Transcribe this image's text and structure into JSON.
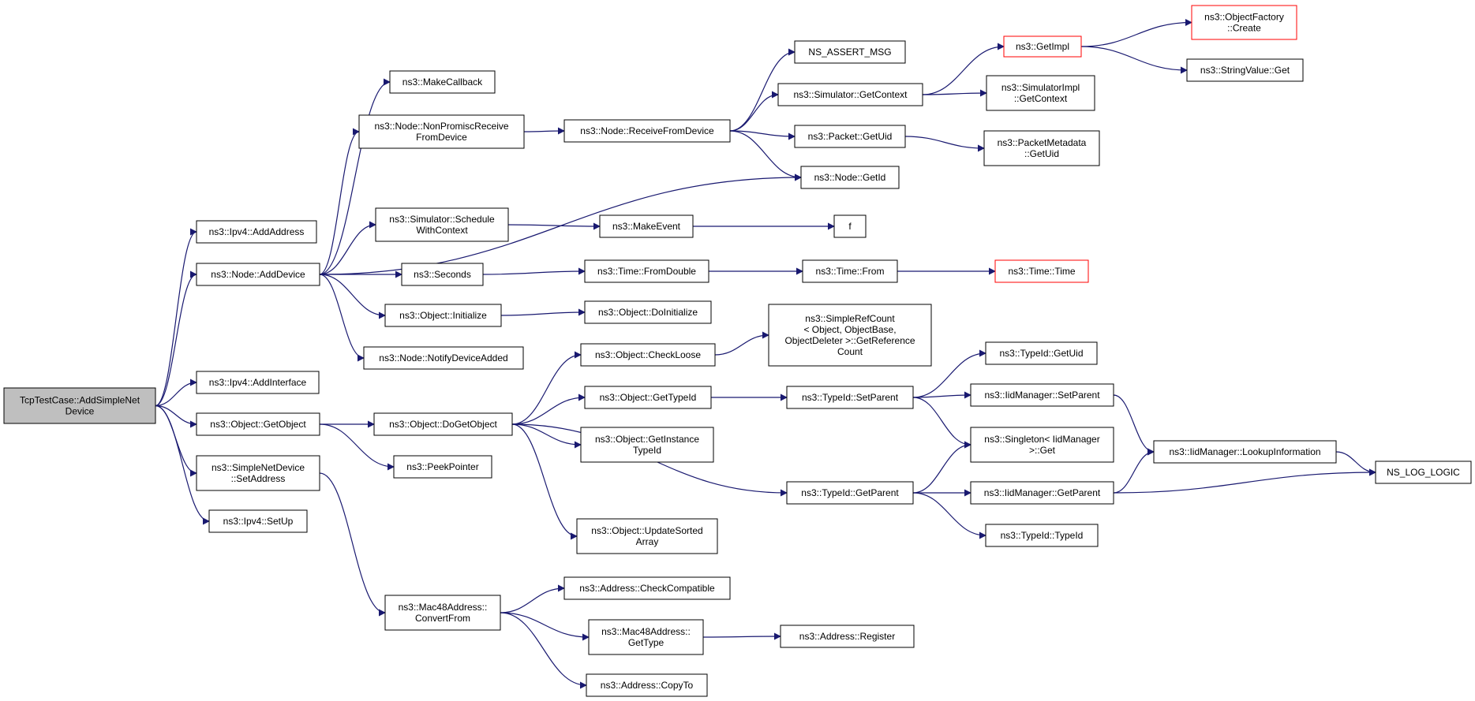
{
  "colors": {
    "edge": "#191970",
    "border": "#000000",
    "truncated_border": "#ff0000",
    "root_fill": "#bfbfbf",
    "node_fill": "#ffffff"
  },
  "nodes": [
    {
      "id": "root",
      "lines": [
        "TcpTestCase::AddSimpleNet",
        "Device"
      ],
      "root": true
    },
    {
      "id": "ipv4_addaddress",
      "lines": [
        "ns3::Ipv4::AddAddress"
      ]
    },
    {
      "id": "node_adddevice",
      "lines": [
        "ns3::Node::AddDevice"
      ]
    },
    {
      "id": "ipv4_addinterface",
      "lines": [
        "ns3::Ipv4::AddInterface"
      ]
    },
    {
      "id": "object_getobject",
      "lines": [
        "ns3::Object::GetObject"
      ]
    },
    {
      "id": "simplenetdevice_setaddress",
      "lines": [
        "ns3::SimpleNetDevice",
        "::SetAddress"
      ]
    },
    {
      "id": "ipv4_setup",
      "lines": [
        "ns3::Ipv4::SetUp"
      ]
    },
    {
      "id": "makecallback",
      "lines": [
        "ns3::MakeCallback"
      ]
    },
    {
      "id": "node_nonpromisc",
      "lines": [
        "ns3::Node::NonPromiscReceive",
        "FromDevice"
      ]
    },
    {
      "id": "simulator_schedulewithcontext",
      "lines": [
        "ns3::Simulator::Schedule",
        "WithContext"
      ]
    },
    {
      "id": "seconds",
      "lines": [
        "ns3::Seconds"
      ]
    },
    {
      "id": "object_initialize",
      "lines": [
        "ns3::Object::Initialize"
      ]
    },
    {
      "id": "node_notifydeviceadded",
      "lines": [
        "ns3::Node::NotifyDeviceAdded"
      ]
    },
    {
      "id": "object_dogetobject",
      "lines": [
        "ns3::Object::DoGetObject"
      ]
    },
    {
      "id": "peekpointer",
      "lines": [
        "ns3::PeekPointer"
      ]
    },
    {
      "id": "mac48_convertfrom",
      "lines": [
        "ns3::Mac48Address::",
        "ConvertFrom"
      ]
    },
    {
      "id": "node_receivefromdevice",
      "lines": [
        "ns3::Node::ReceiveFromDevice"
      ]
    },
    {
      "id": "makeevent",
      "lines": [
        "ns3::MakeEvent"
      ]
    },
    {
      "id": "time_fromdouble",
      "lines": [
        "ns3::Time::FromDouble"
      ]
    },
    {
      "id": "object_doinitialize",
      "lines": [
        "ns3::Object::DoInitialize"
      ]
    },
    {
      "id": "object_checkloose",
      "lines": [
        "ns3::Object::CheckLoose"
      ]
    },
    {
      "id": "object_gettypeid",
      "lines": [
        "ns3::Object::GetTypeId"
      ]
    },
    {
      "id": "object_getinstancetypeid",
      "lines": [
        "ns3::Object::GetInstance",
        "TypeId"
      ]
    },
    {
      "id": "object_updatesortedarray",
      "lines": [
        "ns3::Object::UpdateSorted",
        "Array"
      ]
    },
    {
      "id": "address_checkcompatible",
      "lines": [
        "ns3::Address::CheckCompatible"
      ]
    },
    {
      "id": "mac48_gettype",
      "lines": [
        "ns3::Mac48Address::",
        "GetType"
      ]
    },
    {
      "id": "address_copyto",
      "lines": [
        "ns3::Address::CopyTo"
      ]
    },
    {
      "id": "ns_assert_msg",
      "lines": [
        "NS_ASSERT_MSG"
      ]
    },
    {
      "id": "simulator_getcontext",
      "lines": [
        "ns3::Simulator::GetContext"
      ]
    },
    {
      "id": "packet_getuid",
      "lines": [
        "ns3::Packet::GetUid"
      ]
    },
    {
      "id": "node_getid",
      "lines": [
        "ns3::Node::GetId"
      ]
    },
    {
      "id": "f",
      "lines": [
        "f"
      ]
    },
    {
      "id": "time_from",
      "lines": [
        "ns3::Time::From"
      ]
    },
    {
      "id": "simplerefcount",
      "lines": [
        "ns3::SimpleRefCount",
        "< Object, ObjectBase,",
        "ObjectDeleter >::GetReference",
        "Count"
      ]
    },
    {
      "id": "typeid_setparent",
      "lines": [
        "ns3::TypeId::SetParent"
      ]
    },
    {
      "id": "typeid_getparent",
      "lines": [
        "ns3::TypeId::GetParent"
      ]
    },
    {
      "id": "address_register",
      "lines": [
        "ns3::Address::Register"
      ]
    },
    {
      "id": "getimpl",
      "lines": [
        "ns3::GetImpl"
      ],
      "truncated": true
    },
    {
      "id": "simulatorimpl_getcontext",
      "lines": [
        "ns3::SimulatorImpl",
        "::GetContext"
      ]
    },
    {
      "id": "packetmetadata_getuid",
      "lines": [
        "ns3::PacketMetadata",
        "::GetUid"
      ]
    },
    {
      "id": "time_time",
      "lines": [
        "ns3::Time::Time"
      ],
      "truncated": true
    },
    {
      "id": "typeid_getuid",
      "lines": [
        "ns3::TypeId::GetUid"
      ]
    },
    {
      "id": "iidmanager_setparent",
      "lines": [
        "ns3::IidManager::SetParent"
      ]
    },
    {
      "id": "singleton_get",
      "lines": [
        "ns3::Singleton< IidManager",
        ">::Get"
      ]
    },
    {
      "id": "iidmanager_getparent",
      "lines": [
        "ns3::IidManager::GetParent"
      ]
    },
    {
      "id": "typeid_typeid",
      "lines": [
        "ns3::TypeId::TypeId"
      ]
    },
    {
      "id": "objectfactory_create",
      "lines": [
        "ns3::ObjectFactory",
        "::Create"
      ],
      "truncated": true
    },
    {
      "id": "stringvalue_get",
      "lines": [
        "ns3::StringValue::Get"
      ]
    },
    {
      "id": "iidmanager_lookupinformation",
      "lines": [
        "ns3::IidManager::LookupInformation"
      ]
    },
    {
      "id": "ns_log_logic",
      "lines": [
        "NS_LOG_LOGIC"
      ]
    }
  ],
  "edges": [
    [
      "root",
      "ipv4_addaddress"
    ],
    [
      "root",
      "node_adddevice"
    ],
    [
      "root",
      "ipv4_addinterface"
    ],
    [
      "root",
      "object_getobject"
    ],
    [
      "root",
      "simplenetdevice_setaddress"
    ],
    [
      "root",
      "ipv4_setup"
    ],
    [
      "node_adddevice",
      "makecallback"
    ],
    [
      "node_adddevice",
      "node_nonpromisc"
    ],
    [
      "node_adddevice",
      "node_getid"
    ],
    [
      "node_adddevice",
      "simulator_schedulewithcontext"
    ],
    [
      "node_adddevice",
      "seconds"
    ],
    [
      "node_adddevice",
      "object_initialize"
    ],
    [
      "node_adddevice",
      "node_notifydeviceadded"
    ],
    [
      "node_nonpromisc",
      "node_receivefromdevice"
    ],
    [
      "node_receivefromdevice",
      "ns_assert_msg"
    ],
    [
      "node_receivefromdevice",
      "simulator_getcontext"
    ],
    [
      "node_receivefromdevice",
      "packet_getuid"
    ],
    [
      "node_receivefromdevice",
      "node_getid"
    ],
    [
      "simulator_getcontext",
      "getimpl"
    ],
    [
      "simulator_getcontext",
      "simulatorimpl_getcontext"
    ],
    [
      "getimpl",
      "objectfactory_create"
    ],
    [
      "getimpl",
      "stringvalue_get"
    ],
    [
      "packet_getuid",
      "packetmetadata_getuid"
    ],
    [
      "simulator_schedulewithcontext",
      "makeevent"
    ],
    [
      "makeevent",
      "f"
    ],
    [
      "seconds",
      "time_fromdouble"
    ],
    [
      "time_fromdouble",
      "time_from"
    ],
    [
      "time_from",
      "time_time"
    ],
    [
      "object_initialize",
      "object_doinitialize"
    ],
    [
      "object_getobject",
      "object_dogetobject"
    ],
    [
      "object_getobject",
      "peekpointer"
    ],
    [
      "object_dogetobject",
      "object_checkloose"
    ],
    [
      "object_dogetobject",
      "object_gettypeid"
    ],
    [
      "object_dogetobject",
      "object_getinstancetypeid"
    ],
    [
      "object_dogetobject",
      "object_updatesortedarray"
    ],
    [
      "object_dogetobject",
      "typeid_getparent"
    ],
    [
      "object_checkloose",
      "simplerefcount"
    ],
    [
      "object_gettypeid",
      "typeid_setparent"
    ],
    [
      "typeid_setparent",
      "typeid_getuid"
    ],
    [
      "typeid_setparent",
      "iidmanager_setparent"
    ],
    [
      "typeid_setparent",
      "singleton_get"
    ],
    [
      "iidmanager_setparent",
      "iidmanager_lookupinformation"
    ],
    [
      "typeid_getparent",
      "singleton_get"
    ],
    [
      "typeid_getparent",
      "iidmanager_getparent"
    ],
    [
      "typeid_getparent",
      "typeid_typeid"
    ],
    [
      "iidmanager_getparent",
      "iidmanager_lookupinformation"
    ],
    [
      "iidmanager_getparent",
      "ns_log_logic"
    ],
    [
      "iidmanager_lookupinformation",
      "ns_log_logic"
    ],
    [
      "simplenetdevice_setaddress",
      "mac48_convertfrom"
    ],
    [
      "mac48_convertfrom",
      "address_checkcompatible"
    ],
    [
      "mac48_convertfrom",
      "mac48_gettype"
    ],
    [
      "mac48_convertfrom",
      "address_copyto"
    ],
    [
      "mac48_gettype",
      "address_register"
    ]
  ]
}
